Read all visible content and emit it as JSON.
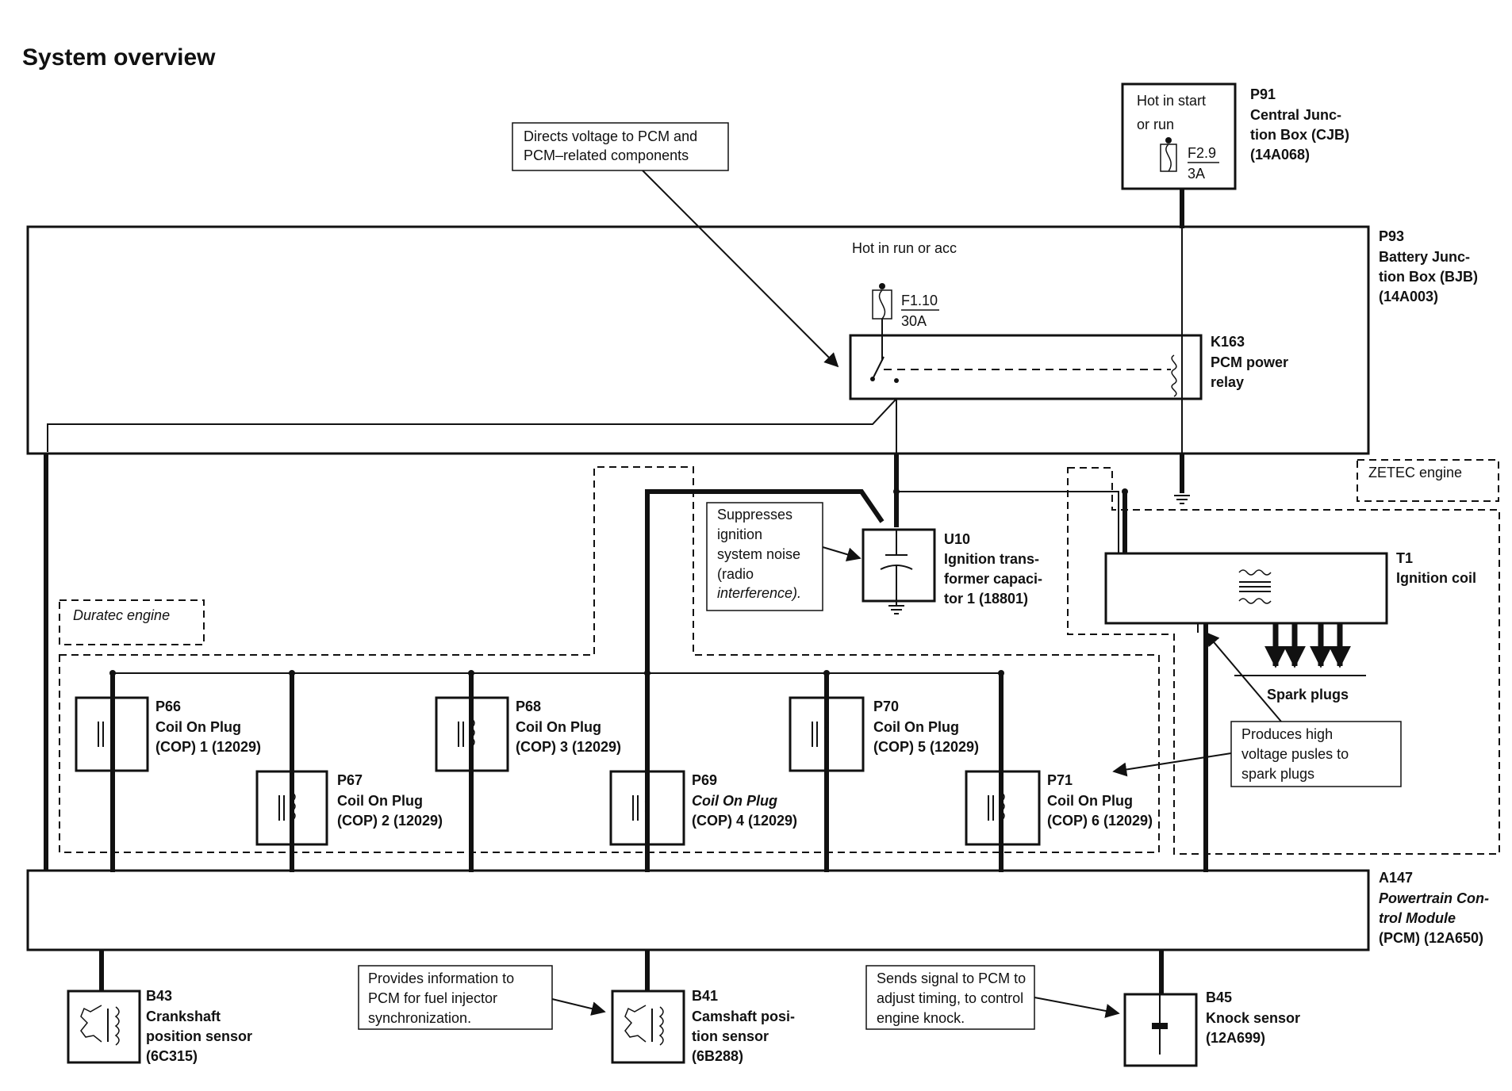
{
  "title": "System overview",
  "notes": {
    "relay_note": [
      "Directs voltage to PCM and",
      "PCM–related components"
    ],
    "capacitor_note": [
      "Suppresses",
      "ignition",
      "system noise",
      "(radio",
      "interference)."
    ],
    "coil_note": [
      "Produces high",
      "voltage pusles to",
      "spark plugs"
    ],
    "cam_note": [
      "Provides information to",
      "PCM for fuel injector",
      "synchronization."
    ],
    "knock_note": [
      "Sends signal to PCM to",
      "adjust timing, to control",
      "engine knock."
    ]
  },
  "power": {
    "cjb_supply": [
      "Hot in start",
      "or run"
    ],
    "bjb_supply": "Hot in run or acc",
    "fuse_cjb": {
      "id": "F2.9",
      "rating": "3A"
    },
    "fuse_bjb": {
      "id": "F1.10",
      "rating": "30A"
    }
  },
  "engine_zones": {
    "zetec": "ZETEC engine",
    "duratec": "Duratec engine"
  },
  "spark_plugs_label": "Spark plugs",
  "components": {
    "p91": [
      "P91",
      "Central Junc-",
      "tion Box (CJB)",
      "(14A068)"
    ],
    "p93": [
      "P93",
      "Battery Junc-",
      "tion Box (BJB)",
      "(14A003)"
    ],
    "k163": [
      "K163",
      "PCM power",
      "relay"
    ],
    "u10": [
      "U10",
      "Ignition trans-",
      "former capaci-",
      "tor 1 (18801)"
    ],
    "t1": [
      "T1",
      "Ignition coil"
    ],
    "p66": [
      "P66",
      "Coil On Plug",
      "(COP) 1 (12029)"
    ],
    "p67": [
      "P67",
      "Coil On Plug",
      "(COP) 2 (12029)"
    ],
    "p68": [
      "P68",
      "Coil On Plug",
      "(COP) 3 (12029)"
    ],
    "p69": [
      "P69",
      "Coil On Plug",
      "(COP) 4 (12029)"
    ],
    "p70": [
      "P70",
      "Coil On Plug",
      "(COP) 5 (12029)"
    ],
    "p71": [
      "P71",
      "Coil On Plug",
      "(COP) 6 (12029)"
    ],
    "a147": [
      "A147",
      "Powertrain Con-",
      "trol Module",
      "(PCM) (12A650)"
    ],
    "b43": [
      "B43",
      "Crankshaft",
      "position sensor",
      "(6C315)"
    ],
    "b41": [
      "B41",
      "Camshaft posi-",
      "tion sensor",
      "(6B288)"
    ],
    "b45": [
      "B45",
      "Knock sensor",
      "(12A699)"
    ]
  }
}
